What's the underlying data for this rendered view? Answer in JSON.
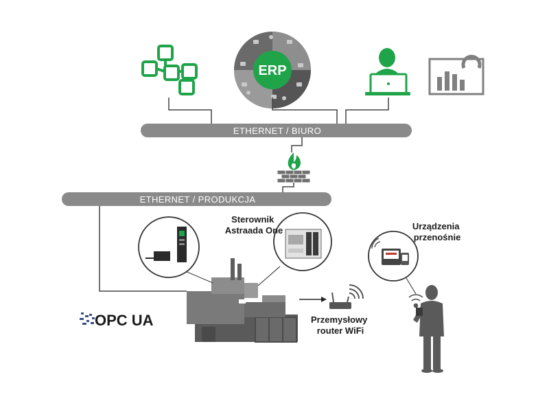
{
  "buses": {
    "office": "ETHERNET / BIURO",
    "production": "ETHERNET / PRODUKCJA"
  },
  "erp": {
    "label": "ERP"
  },
  "callouts": {
    "controller": [
      "Sterownik",
      "Astraada One"
    ],
    "mobile": [
      "Urządzenia",
      "przenośnie"
    ],
    "router": [
      "Przemysłowy",
      "router WiFi"
    ]
  },
  "opc": {
    "label": "OPC UA"
  },
  "colors": {
    "accent": "#1fa44a",
    "bus": "#8a8a8a",
    "machine": "#6e6e6e",
    "dark": "#3a3a3a"
  },
  "icons": [
    "hierarchy-icon",
    "erp-ring-icon",
    "user-laptop-icon",
    "chart-gauge-icon",
    "firewall-icon",
    "wifi-router-icon",
    "person-icon"
  ]
}
